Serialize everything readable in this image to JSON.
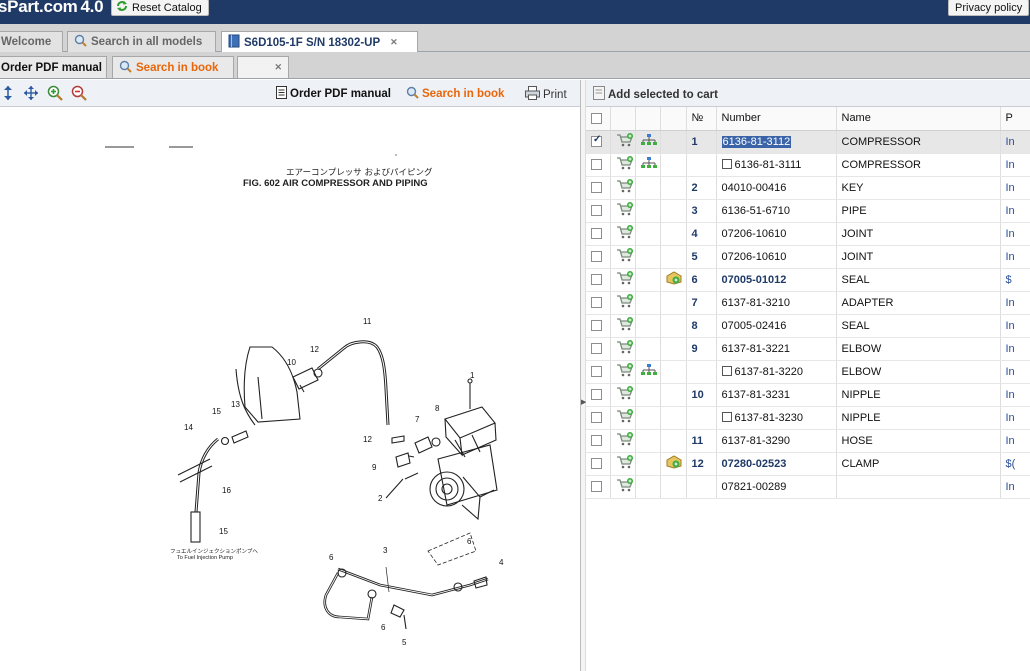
{
  "app": {
    "logo_text": "sPart.com",
    "version": "4.0",
    "reset_label": "Reset Catalog",
    "privacy_label": "Privacy policy"
  },
  "tabs_main": [
    {
      "label": "Welcome"
    },
    {
      "label": "Search in all models"
    },
    {
      "label": "S6D105-1F S/N 18302-UP"
    }
  ],
  "tabs_sub": [
    {
      "label": "Order PDF manual"
    },
    {
      "label": "Search in book"
    },
    {
      "label": ""
    }
  ],
  "left_toolbar": {
    "order_pdf": "Order PDF manual",
    "search_book": "Search in book",
    "print": "Print"
  },
  "drawing": {
    "title_jp": "エアーコンプレッサ およびパイピング",
    "title_en": "FIG. 602  AIR COMPRESSOR AND PIPING",
    "note_jp": "フュエルインジェクションポンプへ",
    "note_en": "To Fuel Injection Pump",
    "callouts": [
      "1",
      "2",
      "3",
      "4",
      "5",
      "6",
      "6",
      "6",
      "7",
      "8",
      "9",
      "10",
      "11",
      "12",
      "12",
      "13",
      "14",
      "15",
      "15",
      "16"
    ]
  },
  "right_toolbar": {
    "add_to_cart": "Add selected to cart"
  },
  "grid": {
    "headers": {
      "no": "№",
      "number": "Number",
      "name": "Name",
      "price": "P"
    },
    "rows": [
      {
        "checked": true,
        "tree": true,
        "info": false,
        "no": "1",
        "number": "6136-81-3112",
        "sub": false,
        "bold": false,
        "highlight": true,
        "name": "COMPRESSOR",
        "price": "In"
      },
      {
        "checked": false,
        "tree": true,
        "info": false,
        "no": "",
        "number": "6136-81-3111",
        "sub": true,
        "bold": false,
        "highlight": false,
        "name": "COMPRESSOR",
        "price": "In"
      },
      {
        "checked": false,
        "tree": false,
        "info": false,
        "no": "2",
        "number": "04010-00416",
        "sub": false,
        "bold": false,
        "highlight": false,
        "name": "KEY",
        "price": "In"
      },
      {
        "checked": false,
        "tree": false,
        "info": false,
        "no": "3",
        "number": "6136-51-6710",
        "sub": false,
        "bold": false,
        "highlight": false,
        "name": "PIPE",
        "price": "In"
      },
      {
        "checked": false,
        "tree": false,
        "info": false,
        "no": "4",
        "number": "07206-10610",
        "sub": false,
        "bold": false,
        "highlight": false,
        "name": "JOINT",
        "price": "In"
      },
      {
        "checked": false,
        "tree": false,
        "info": false,
        "no": "5",
        "number": "07206-10610",
        "sub": false,
        "bold": false,
        "highlight": false,
        "name": "JOINT",
        "price": "In"
      },
      {
        "checked": false,
        "tree": false,
        "info": true,
        "no": "6",
        "number": "07005-01012",
        "sub": false,
        "bold": true,
        "highlight": false,
        "name": "SEAL",
        "price": "$"
      },
      {
        "checked": false,
        "tree": false,
        "info": false,
        "no": "7",
        "number": "6137-81-3210",
        "sub": false,
        "bold": false,
        "highlight": false,
        "name": "ADAPTER",
        "price": "In"
      },
      {
        "checked": false,
        "tree": false,
        "info": false,
        "no": "8",
        "number": "07005-02416",
        "sub": false,
        "bold": false,
        "highlight": false,
        "name": "SEAL",
        "price": "In"
      },
      {
        "checked": false,
        "tree": false,
        "info": false,
        "no": "9",
        "number": "6137-81-3221",
        "sub": false,
        "bold": false,
        "highlight": false,
        "name": "ELBOW",
        "price": "In"
      },
      {
        "checked": false,
        "tree": true,
        "info": false,
        "no": "",
        "number": "6137-81-3220",
        "sub": true,
        "bold": false,
        "highlight": false,
        "name": "ELBOW",
        "price": "In"
      },
      {
        "checked": false,
        "tree": false,
        "info": false,
        "no": "10",
        "number": "6137-81-3231",
        "sub": false,
        "bold": false,
        "highlight": false,
        "name": "NIPPLE",
        "price": "In"
      },
      {
        "checked": false,
        "tree": false,
        "info": false,
        "no": "",
        "number": "6137-81-3230",
        "sub": true,
        "bold": false,
        "highlight": false,
        "name": "NIPPLE",
        "price": "In"
      },
      {
        "checked": false,
        "tree": false,
        "info": false,
        "no": "11",
        "number": "6137-81-3290",
        "sub": false,
        "bold": false,
        "highlight": false,
        "name": "HOSE",
        "price": "In"
      },
      {
        "checked": false,
        "tree": false,
        "info": true,
        "no": "12",
        "number": "07280-02523",
        "sub": false,
        "bold": true,
        "highlight": false,
        "name": "CLAMP",
        "price": "$("
      },
      {
        "checked": false,
        "tree": false,
        "info": false,
        "no": "",
        "number": "07821-00289",
        "sub": false,
        "bold": false,
        "highlight": false,
        "name": "",
        "price": "In"
      }
    ]
  },
  "colors": {
    "header_bg": "#1f3a66",
    "accent_orange": "#e8660b",
    "link_blue": "#2a4d9a",
    "selection_blue": "#3b64a8"
  },
  "icons": [
    "refresh-icon",
    "search-icon",
    "book-icon",
    "close-icon",
    "fit-height-icon",
    "fit-page-icon",
    "zoom-in-icon",
    "zoom-out-icon",
    "pdf-icon",
    "print-icon",
    "cart-icon",
    "tree-icon",
    "info-box-icon",
    "checkbox-icon"
  ]
}
